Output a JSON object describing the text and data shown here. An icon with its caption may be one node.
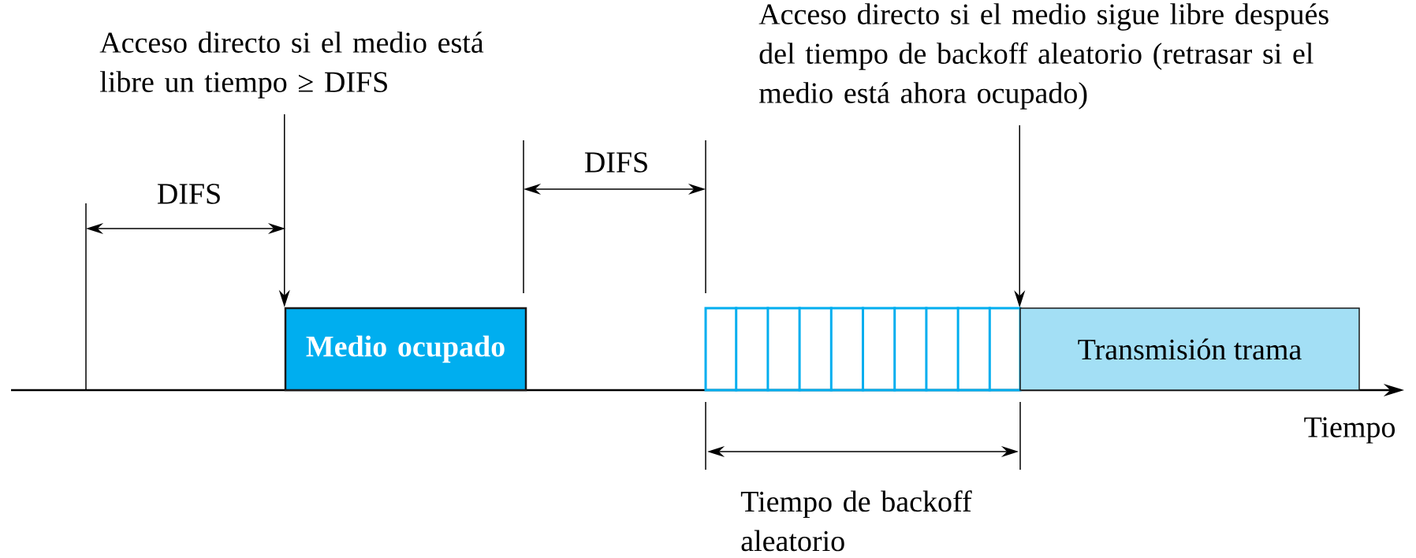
{
  "diagram": {
    "nodes": [
      {
        "text": [
          "Acceso directo si el medio está libre un tiempo ≥ DIFS"
        ]
      },
      {
        "text": [
          "Medio ocupado"
        ]
      },
      {
        "text": [
          "Acceso directo si el medio sigue libre después del tiempo de backoff aleatorio (retrasar si el medio está ahora ocupado)"
        ]
      },
      {
        "text": [],
        "shape": "box"
      },
      {
        "text": [
          "Transmisión trama"
        ]
      }
    ],
    "edges": [
      {
        "from": 0,
        "to": 1,
        "arrow": "to"
      },
      {
        "from": 2,
        "to": 4,
        "arrow": "to"
      }
    ],
    "labels": [
      "DIFS",
      "DIFS",
      "Tiempo de backoff aleatorio",
      "Tiempo"
    ]
  }
}
